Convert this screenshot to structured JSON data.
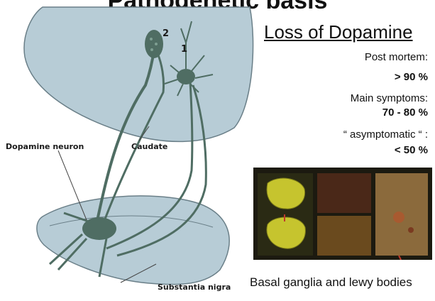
{
  "slide": {
    "title": "Pathogenetic basis"
  },
  "diagram": {
    "labels": {
      "dopamine_neuron": "Dopamine neuron",
      "caudate": "Caudate",
      "substantia_nigra": "Substantia nigra",
      "synapse_2": "2",
      "synapse_1": "1"
    }
  },
  "facts": {
    "heading": "Loss of Dopamine",
    "post_mortem_label": "Post mortem:",
    "post_mortem_value": "> 90 %",
    "main_symptoms_label": "Main symptoms:",
    "main_symptoms_value": "70 - 80 %",
    "asymptomatic_label": "“ asymptomatic “ :",
    "asymptomatic_value": "< 50 %"
  },
  "figure": {
    "caption": "Basal ganglia and lewy bodies"
  }
}
